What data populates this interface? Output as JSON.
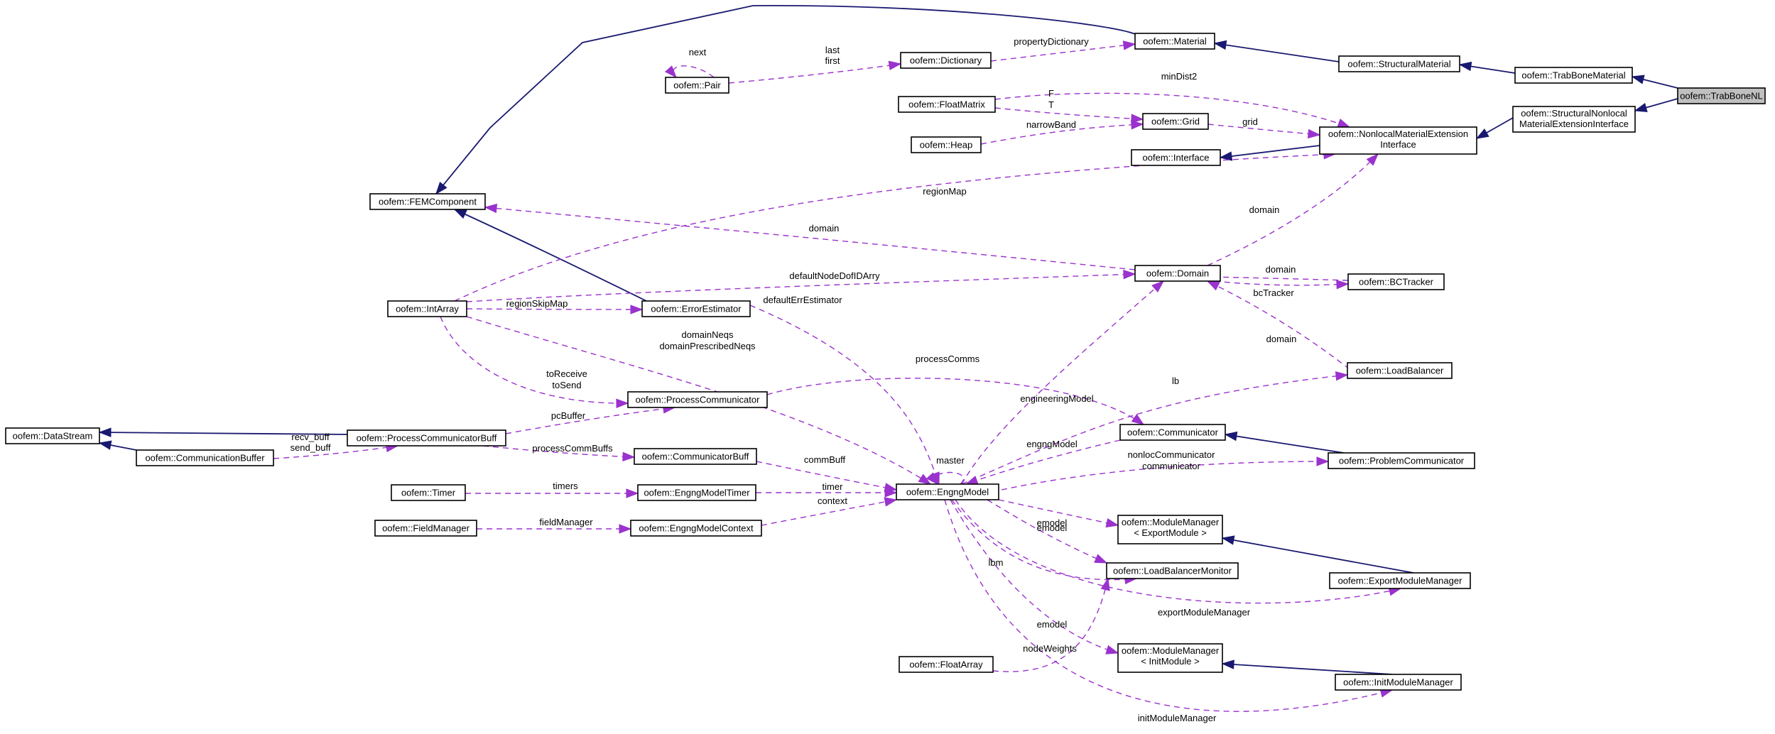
{
  "nodes": {
    "TrabBoneNL": {
      "lines": [
        "oofem::TrabBoneNL"
      ]
    },
    "TrabBoneMaterial": {
      "lines": [
        "oofem::TrabBoneMaterial"
      ]
    },
    "StructuralMaterial": {
      "lines": [
        "oofem::StructuralMaterial"
      ]
    },
    "Material": {
      "lines": [
        "oofem::Material"
      ]
    },
    "Dictionary": {
      "lines": [
        "oofem::Dictionary"
      ]
    },
    "Pair": {
      "lines": [
        "oofem::Pair"
      ]
    },
    "FEMComponent": {
      "lines": [
        "oofem::FEMComponent"
      ]
    },
    "StructuralNonlocal": {
      "lines": [
        "oofem::StructuralNonlocal",
        "MaterialExtensionInterface"
      ]
    },
    "NonlocalMaterialExtension": {
      "lines": [
        "oofem::NonlocalMaterialExtension",
        "Interface"
      ]
    },
    "FloatMatrix": {
      "lines": [
        "oofem::FloatMatrix"
      ]
    },
    "Grid": {
      "lines": [
        "oofem::Grid"
      ]
    },
    "Heap": {
      "lines": [
        "oofem::Heap"
      ]
    },
    "Interface": {
      "lines": [
        "oofem::Interface"
      ]
    },
    "Domain": {
      "lines": [
        "oofem::Domain"
      ]
    },
    "BCTracker": {
      "lines": [
        "oofem::BCTracker"
      ]
    },
    "IntArray": {
      "lines": [
        "oofem::IntArray"
      ]
    },
    "ErrorEstimator": {
      "lines": [
        "oofem::ErrorEstimator"
      ]
    },
    "LoadBalancer": {
      "lines": [
        "oofem::LoadBalancer"
      ]
    },
    "ProcessCommunicator": {
      "lines": [
        "oofem::ProcessCommunicator"
      ]
    },
    "DataStream": {
      "lines": [
        "oofem::DataStream"
      ]
    },
    "ProcessCommunicatorBuff": {
      "lines": [
        "oofem::ProcessCommunicatorBuff"
      ]
    },
    "CommunicationBuffer": {
      "lines": [
        "oofem::CommunicationBuffer"
      ]
    },
    "CommunicatorBuff": {
      "lines": [
        "oofem::CommunicatorBuff"
      ]
    },
    "Communicator": {
      "lines": [
        "oofem::Communicator"
      ]
    },
    "ProblemCommunicator": {
      "lines": [
        "oofem::ProblemCommunicator"
      ]
    },
    "Timer": {
      "lines": [
        "oofem::Timer"
      ]
    },
    "EngngModelTimer": {
      "lines": [
        "oofem::EngngModelTimer"
      ]
    },
    "EngngModel": {
      "lines": [
        "oofem::EngngModel"
      ]
    },
    "FieldManager": {
      "lines": [
        "oofem::FieldManager"
      ]
    },
    "EngngModelContext": {
      "lines": [
        "oofem::EngngModelContext"
      ]
    },
    "ModuleManagerExport": {
      "lines": [
        "oofem::ModuleManager",
        "< ExportModule >"
      ]
    },
    "LoadBalancerMonitor": {
      "lines": [
        "oofem::LoadBalancerMonitor"
      ]
    },
    "ExportModuleManager": {
      "lines": [
        "oofem::ExportModuleManager"
      ]
    },
    "FloatArray": {
      "lines": [
        "oofem::FloatArray"
      ]
    },
    "ModuleManagerInit": {
      "lines": [
        "oofem::ModuleManager",
        "< InitModule >"
      ]
    },
    "InitModuleManager": {
      "lines": [
        "oofem::InitModuleManager"
      ]
    }
  },
  "edges": [
    {
      "kind": "inheritance",
      "from": "TrabBoneMaterial",
      "to": "TrabBoneNL"
    },
    {
      "kind": "inheritance",
      "from": "StructuralNonlocal",
      "to": "TrabBoneNL"
    },
    {
      "kind": "inheritance",
      "from": "StructuralMaterial",
      "to": "TrabBoneMaterial"
    },
    {
      "kind": "inheritance",
      "from": "Material",
      "to": "StructuralMaterial"
    },
    {
      "kind": "inheritance",
      "from": "FEMComponent",
      "to": "Material"
    },
    {
      "kind": "inheritance",
      "from": "NonlocalMaterialExtension",
      "to": "StructuralNonlocal"
    },
    {
      "kind": "inheritance",
      "from": "Interface",
      "to": "NonlocalMaterialExtension"
    },
    {
      "kind": "inheritance",
      "from": "FEMComponent",
      "to": "ErrorEstimator"
    },
    {
      "kind": "inheritance",
      "from": "DataStream",
      "to": "ProcessCommunicatorBuff"
    },
    {
      "kind": "inheritance",
      "from": "DataStream",
      "to": "CommunicationBuffer"
    },
    {
      "kind": "inheritance",
      "from": "Communicator",
      "to": "ProblemCommunicator"
    },
    {
      "kind": "inheritance",
      "from": "ModuleManagerExport",
      "to": "ExportModuleManager"
    },
    {
      "kind": "inheritance",
      "from": "ModuleManagerInit",
      "to": "InitModuleManager"
    },
    {
      "kind": "usage",
      "from": "Dictionary",
      "to": "Material",
      "labels": [
        "propertyDictionary"
      ]
    },
    {
      "kind": "usage",
      "from": "Pair",
      "to": "Dictionary",
      "labels": [
        "last",
        "first"
      ]
    },
    {
      "kind": "usage",
      "from": "Pair",
      "to": "Pair",
      "labels": [
        "next"
      ]
    },
    {
      "kind": "usage",
      "from": "FloatMatrix",
      "to": "NonlocalMaterialExtension",
      "labels": [
        "minDist2"
      ]
    },
    {
      "kind": "usage",
      "from": "FloatMatrix",
      "to": "Grid",
      "labels": [
        "F",
        "T"
      ]
    },
    {
      "kind": "usage",
      "from": "Heap",
      "to": "Grid",
      "labels": [
        "narrowBand"
      ]
    },
    {
      "kind": "usage",
      "from": "Grid",
      "to": "NonlocalMaterialExtension",
      "labels": [
        "grid"
      ]
    },
    {
      "kind": "usage",
      "from": "IntArray",
      "to": "NonlocalMaterialExtension",
      "labels": [
        "regionMap"
      ]
    },
    {
      "kind": "usage",
      "from": "Domain",
      "to": "NonlocalMaterialExtension",
      "labels": [
        "domain"
      ]
    },
    {
      "kind": "usage",
      "from": "Domain",
      "to": "FEMComponent",
      "labels": [
        "domain"
      ]
    },
    {
      "kind": "usage",
      "from": "IntArray",
      "to": "Domain",
      "labels": [
        "defaultNodeDofIDArry"
      ]
    },
    {
      "kind": "usage",
      "from": "Domain",
      "to": "BCTracker",
      "labels": [
        "domain"
      ]
    },
    {
      "kind": "usage",
      "from": "BCTracker",
      "to": "Domain",
      "labels": [
        "bcTracker"
      ]
    },
    {
      "kind": "usage",
      "from": "Domain",
      "to": "LoadBalancer",
      "labels": [
        "domain"
      ]
    },
    {
      "kind": "usage",
      "from": "IntArray",
      "to": "ErrorEstimator",
      "labels": [
        "regionSkipMap"
      ]
    },
    {
      "kind": "usage",
      "from": "IntArray",
      "to": "EngngModel",
      "labels": [
        "domainNeqs",
        "domainPrescribedNeqs"
      ]
    },
    {
      "kind": "usage",
      "from": "IntArray",
      "to": "ProcessCommunicator",
      "labels": [
        "toReceive",
        "toSend"
      ]
    },
    {
      "kind": "usage",
      "from": "ErrorEstimator",
      "to": "EngngModel",
      "labels": [
        "defaultErrEstimator"
      ]
    },
    {
      "kind": "usage",
      "from": "Domain",
      "to": "EngngModel",
      "labels": [
        "engineeringModel"
      ]
    },
    {
      "kind": "usage",
      "from": "ProcessCommunicator",
      "to": "Communicator",
      "labels": [
        "processComms"
      ]
    },
    {
      "kind": "usage",
      "from": "ProcessCommunicatorBuff",
      "to": "ProcessCommunicator",
      "labels": [
        "pcBuffer"
      ]
    },
    {
      "kind": "usage",
      "from": "CommunicationBuffer",
      "to": "ProcessCommunicatorBuff",
      "labels": [
        "recv_buff",
        "send_buff"
      ]
    },
    {
      "kind": "usage",
      "from": "ProcessCommunicatorBuff",
      "to": "CommunicatorBuff",
      "labels": [
        "processCommBuffs"
      ]
    },
    {
      "kind": "usage",
      "from": "LoadBalancer",
      "to": "EngngModel",
      "labels": [
        "lb"
      ]
    },
    {
      "kind": "usage",
      "from": "EngngModel",
      "to": "Communicator",
      "labels": [
        "engngModel"
      ]
    },
    {
      "kind": "usage",
      "from": "ProblemCommunicator",
      "to": "EngngModel",
      "labels": [
        "nonlocCommunicator",
        "communicator"
      ]
    },
    {
      "kind": "usage",
      "from": "CommunicatorBuff",
      "to": "EngngModel",
      "labels": [
        "commBuff"
      ]
    },
    {
      "kind": "usage",
      "from": "EngngModel",
      "to": "EngngModel",
      "labels": [
        "master"
      ]
    },
    {
      "kind": "usage",
      "from": "Timer",
      "to": "EngngModelTimer",
      "labels": [
        "timers"
      ]
    },
    {
      "kind": "usage",
      "from": "EngngModelTimer",
      "to": "EngngModel",
      "labels": [
        "timer"
      ]
    },
    {
      "kind": "usage",
      "from": "EngngModelContext",
      "to": "EngngModel",
      "labels": [
        "context"
      ]
    },
    {
      "kind": "usage",
      "from": "FieldManager",
      "to": "EngngModelContext",
      "labels": [
        "fieldManager"
      ]
    },
    {
      "kind": "usage",
      "from": "EngngModel",
      "to": "ModuleManagerExport",
      "labels": [
        "emodel"
      ]
    },
    {
      "kind": "usage",
      "from": "EngngModel",
      "to": "LoadBalancerMonitor",
      "labels": [
        "emodel"
      ]
    },
    {
      "kind": "usage",
      "from": "LoadBalancerMonitor",
      "to": "EngngModel",
      "labels": [
        "lbm"
      ]
    },
    {
      "kind": "usage",
      "from": "ExportModuleManager",
      "to": "EngngModel",
      "labels": [
        "exportModuleManager"
      ]
    },
    {
      "kind": "usage",
      "from": "EngngModel",
      "to": "ModuleManagerInit",
      "labels": [
        "emodel"
      ]
    },
    {
      "kind": "usage",
      "from": "FloatArray",
      "to": "LoadBalancerMonitor",
      "labels": [
        "nodeWeights"
      ]
    },
    {
      "kind": "usage",
      "from": "InitModuleManager",
      "to": "EngngModel",
      "labels": [
        "initModuleManager"
      ]
    }
  ]
}
